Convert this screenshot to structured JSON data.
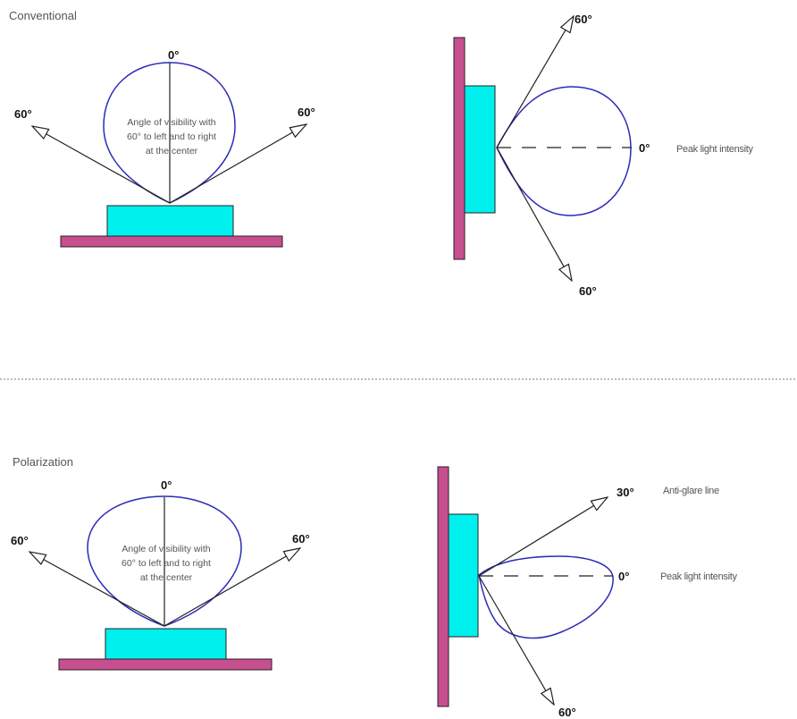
{
  "sections": {
    "conventional": {
      "title": "Conventional",
      "front": {
        "angle_top": "0°",
        "angle_left": "60°",
        "angle_right": "60°",
        "caption_lines": [
          "Angle of visibility with",
          "60° to left and to right",
          "at the center"
        ]
      },
      "side": {
        "angle_up": "60°",
        "angle_center": "0°",
        "angle_down": "60°",
        "note_center": "Peak light intensity"
      }
    },
    "polarization": {
      "title": "Polarization",
      "front": {
        "angle_top": "0°",
        "angle_left": "60°",
        "angle_right": "60°",
        "caption_lines": [
          "Angle of visibility with",
          "60° to left and to right",
          "at the center"
        ]
      },
      "side": {
        "angle_up": "30°",
        "angle_center": "0°",
        "angle_down": "60°",
        "note_up": "Anti-glare line",
        "note_center": "Peak light intensity"
      }
    }
  },
  "colors": {
    "board": "#c84f8f",
    "chip": "#00f0ee",
    "lobe": "#2b2bb8",
    "arrow": "#222222"
  }
}
